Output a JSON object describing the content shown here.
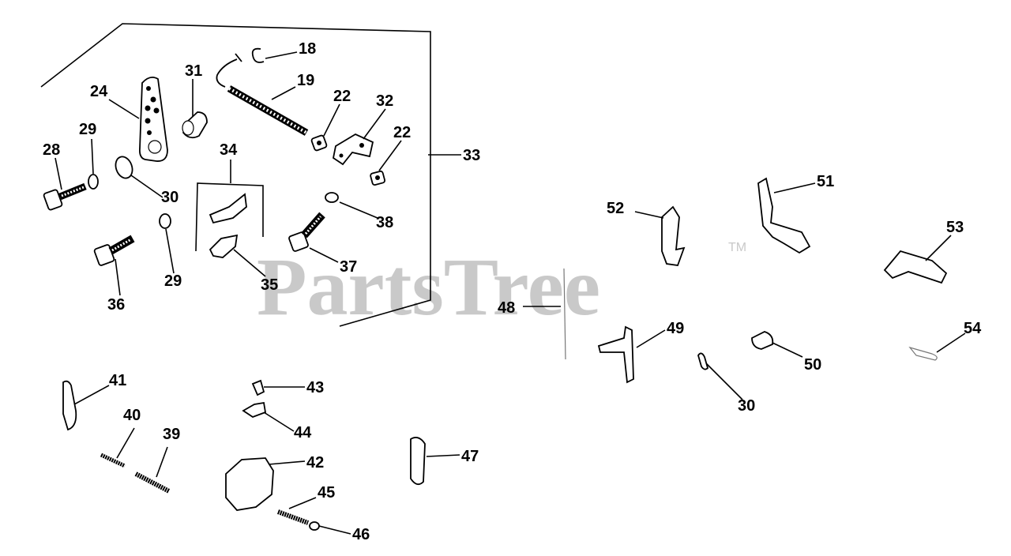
{
  "watermark": {
    "text": "PartsTree",
    "trademark": "TM",
    "color": "#c9c9c9"
  },
  "callouts": [
    {
      "id": "c18",
      "label": "18"
    },
    {
      "id": "c19",
      "label": "19"
    },
    {
      "id": "c31",
      "label": "31"
    },
    {
      "id": "c24",
      "label": "24"
    },
    {
      "id": "c22a",
      "label": "22"
    },
    {
      "id": "c32",
      "label": "32"
    },
    {
      "id": "c29a",
      "label": "29"
    },
    {
      "id": "c28",
      "label": "28"
    },
    {
      "id": "c22b",
      "label": "22"
    },
    {
      "id": "c34",
      "label": "34"
    },
    {
      "id": "c33",
      "label": "33"
    },
    {
      "id": "c30a",
      "label": "30"
    },
    {
      "id": "c38",
      "label": "38"
    },
    {
      "id": "c37",
      "label": "37"
    },
    {
      "id": "c29b",
      "label": "29"
    },
    {
      "id": "c35",
      "label": "35"
    },
    {
      "id": "c36",
      "label": "36"
    },
    {
      "id": "c51",
      "label": "51"
    },
    {
      "id": "c52",
      "label": "52"
    },
    {
      "id": "c53",
      "label": "53"
    },
    {
      "id": "c48",
      "label": "48"
    },
    {
      "id": "c49",
      "label": "49"
    },
    {
      "id": "c54",
      "label": "54"
    },
    {
      "id": "c50",
      "label": "50"
    },
    {
      "id": "c30b",
      "label": "30"
    },
    {
      "id": "c41",
      "label": "41"
    },
    {
      "id": "c43",
      "label": "43"
    },
    {
      "id": "c40",
      "label": "40"
    },
    {
      "id": "c39",
      "label": "39"
    },
    {
      "id": "c44",
      "label": "44"
    },
    {
      "id": "c42",
      "label": "42"
    },
    {
      "id": "c47",
      "label": "47"
    },
    {
      "id": "c45",
      "label": "45"
    },
    {
      "id": "c46",
      "label": "46"
    }
  ]
}
